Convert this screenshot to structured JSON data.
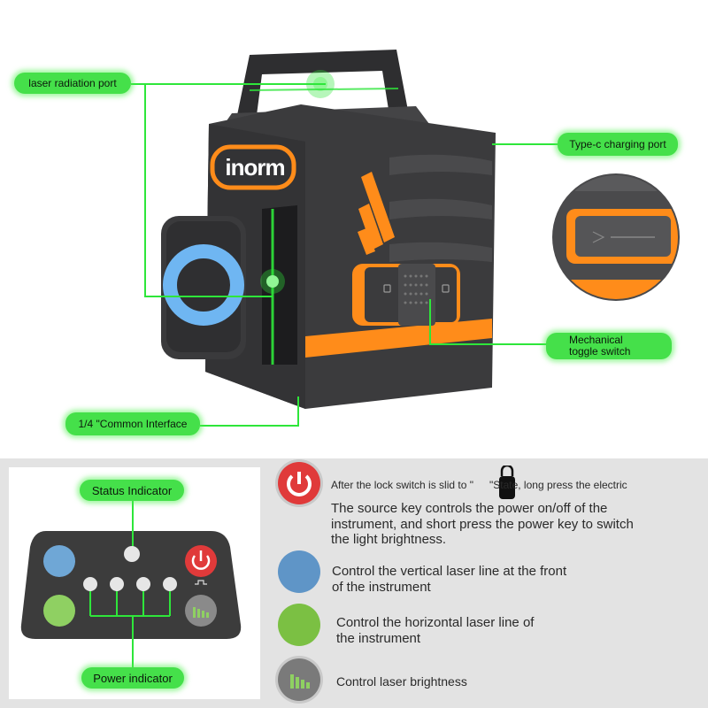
{
  "product": {
    "brand": "inorm",
    "colors": {
      "body": "#3b3b3d",
      "accent": "#ff8c1a",
      "laser": "#2ee63a",
      "lens": "#6fb6f2"
    }
  },
  "callouts": {
    "laser_radiation_port": "laser radiation port",
    "typec_charging_port": "Type-c charging port",
    "mechanical_toggle_switch_line1": "Mechanical",
    "mechanical_toggle_switch_line2": "toggle switch",
    "common_interface": "1/4 \"Common Interface"
  },
  "panel_diagram": {
    "status_indicator": "Status Indicator",
    "power_indicator": "Power indicator",
    "colors": {
      "vertical_button": "#6fa7d6",
      "horizontal_button": "#8fd062",
      "power_button": "#e03a3a",
      "panel": "#3c3c3c"
    }
  },
  "descriptions": {
    "power": {
      "line1_pre": "After the lock switch is slid to \"",
      "line1_post": "\"State, long press the electric",
      "line2": "The source key controls the power on/off of the",
      "line3": "instrument, and short press the power key to switch",
      "line4": "the light brightness."
    },
    "vertical": {
      "line1": "Control the vertical laser line at the front",
      "line2": "of the instrument"
    },
    "horizontal": {
      "line1": "Control the horizontal laser line of",
      "line2": "the instrument"
    },
    "brightness": {
      "line1": "Control laser brightness"
    }
  }
}
